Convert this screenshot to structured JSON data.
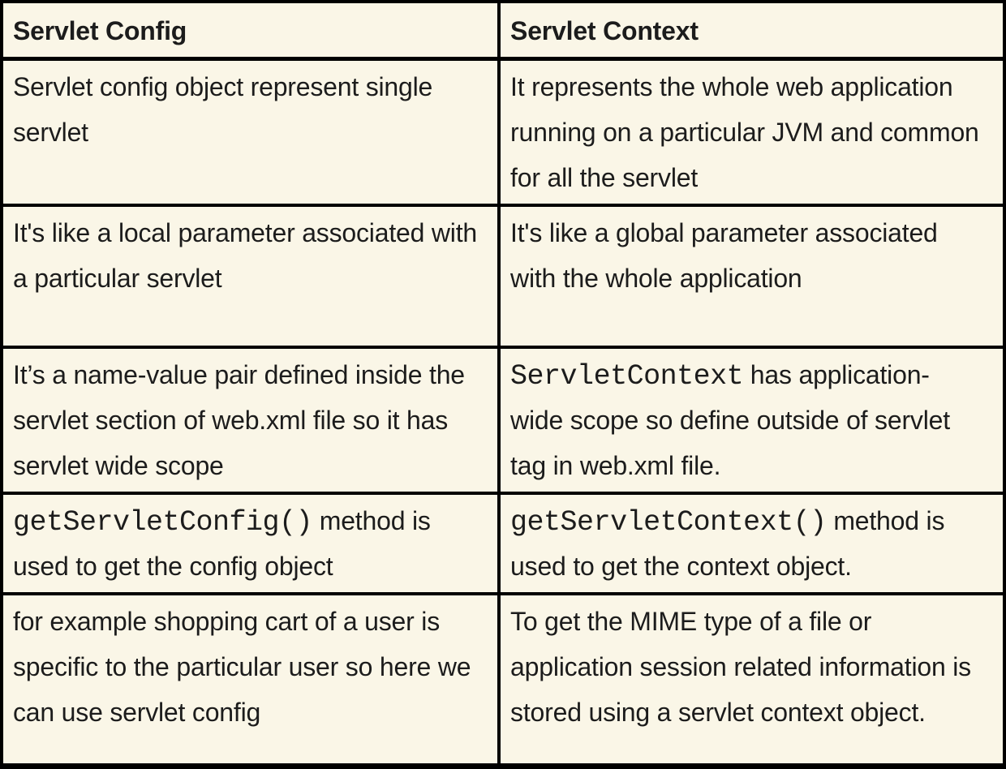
{
  "colors": {
    "background": "#faf6e7",
    "border": "#000000",
    "text": "#1c1c1c"
  },
  "table": {
    "columns": [
      {
        "header": "Servlet Config"
      },
      {
        "header": "Servlet Context"
      }
    ],
    "rows": [
      {
        "cells": [
          {
            "segments": [
              {
                "t": "text",
                "v": "Servlet config object represent single servlet"
              }
            ]
          },
          {
            "segments": [
              {
                "t": "text",
                "v": "It represents the whole web application running on a particular JVM and common for all the servlet"
              }
            ]
          }
        ]
      },
      {
        "cells": [
          {
            "segments": [
              {
                "t": "text",
                "v": "It's like a local parameter associated with a particular servlet"
              }
            ]
          },
          {
            "segments": [
              {
                "t": "text",
                "v": "It's like a global parameter associated with the whole application"
              }
            ]
          }
        ]
      },
      {
        "cells": [
          {
            "segments": [
              {
                "t": "text",
                "v": "It’s a name-value pair defined inside the servlet section of web.xml file so it has servlet wide scope"
              }
            ]
          },
          {
            "segments": [
              {
                "t": "code",
                "v": "ServletContext"
              },
              {
                "t": "text",
                "v": " has application-wide scope so define outside of servlet tag in web.xml file."
              }
            ]
          }
        ]
      },
      {
        "cells": [
          {
            "segments": [
              {
                "t": "code",
                "v": "getServletConfig()"
              },
              {
                "t": "text",
                "v": " method is used to get the config object"
              }
            ]
          },
          {
            "segments": [
              {
                "t": "code",
                "v": "getServletContext()"
              },
              {
                "t": "text",
                "v": " method is used to get the context object."
              }
            ]
          }
        ]
      },
      {
        "cells": [
          {
            "segments": [
              {
                "t": "text",
                "v": "for example shopping cart of a user is specific to the particular user so here we can use servlet config"
              }
            ]
          },
          {
            "segments": [
              {
                "t": "text",
                "v": "To get the MIME type of a file or application session related information is stored using a servlet context object."
              }
            ]
          }
        ]
      }
    ]
  }
}
